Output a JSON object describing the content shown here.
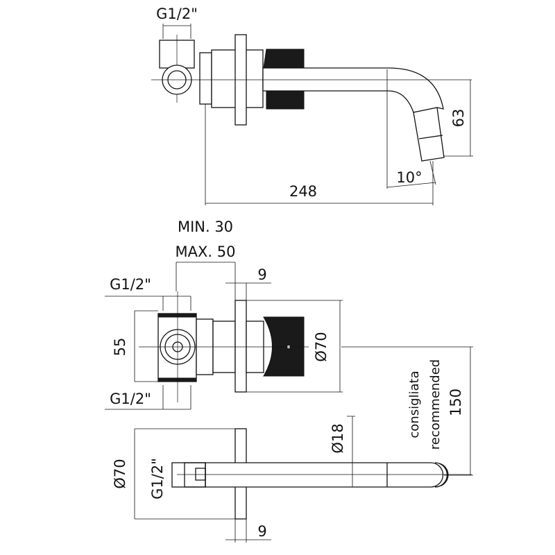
{
  "top_view": {
    "thread_label": "G1/2\"",
    "projection_label": "248",
    "height_label": "63",
    "angle_label": "10°"
  },
  "front_view": {
    "wall_depth_min": "MIN. 30",
    "wall_depth_max": "MAX. 50",
    "flange_thickness_label": "9",
    "thread_top_label": "G1/2\"",
    "thread_bottom_label": "G1/2\"",
    "body_height_label": "55",
    "flange_diameter_label": "Ø70",
    "recommended_distance_label": "150",
    "recommended_it": "consigliata",
    "recommended_en": "recommended"
  },
  "side_view": {
    "flange_diameter_label": "Ø70",
    "thread_label": "G1/2\"",
    "pipe_diameter_label": "Ø18",
    "flange_thickness_label": "9"
  }
}
